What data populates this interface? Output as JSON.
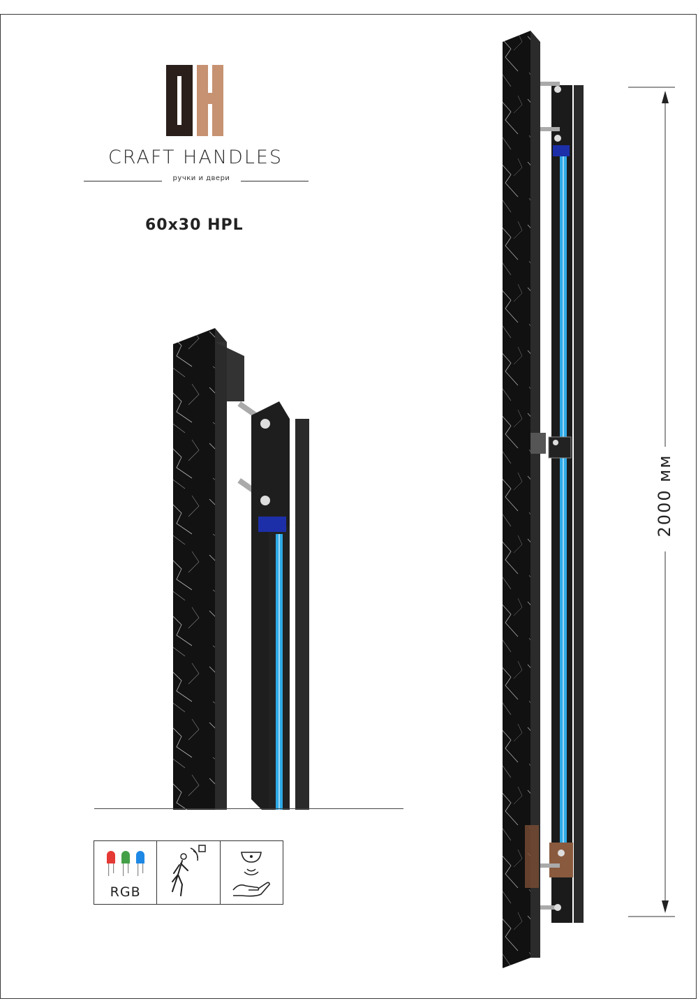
{
  "brand": {
    "name": "CRAFT HANDLES",
    "tagline": "ручки и двери",
    "colors": {
      "dark": "#2a1f1a",
      "copper": "#c69272"
    }
  },
  "model": {
    "title": "60x30 HPL"
  },
  "features": [
    {
      "icon": "rgb-led-icon",
      "label": "RGB"
    },
    {
      "icon": "motion-sensor-icon",
      "label": ""
    },
    {
      "icon": "touchless-sensor-icon",
      "label": ""
    }
  ],
  "dimension": {
    "label": "2000 мм"
  },
  "colors": {
    "led_blue": "#2fa9e6",
    "marble": "#111111",
    "frame": "#2d2d2d"
  }
}
